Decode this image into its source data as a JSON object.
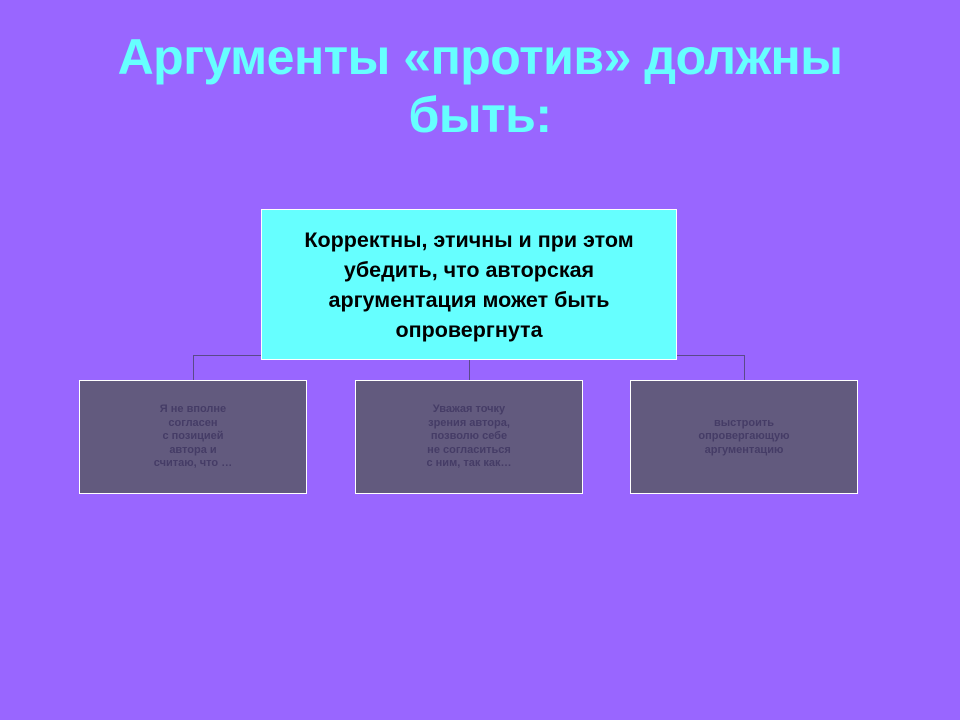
{
  "slide": {
    "title": "Аргументы «против» должны быть:",
    "background_color": "#9966ff",
    "title_color": "#66ffff"
  },
  "diagram": {
    "root": {
      "text": "Корректны, этичны и при этом убедить, что авторская аргументация может быть опровергнута",
      "fill": "#66ffff"
    },
    "children": [
      {
        "text": "Я не вполне\nсогласен\nс позицией\nавтора и\nсчитаю, что …"
      },
      {
        "text": "Уважая точку\nзрения автора,\nпозволю себе\nне согласиться\nс ним, так как…"
      },
      {
        "text": "выстроить\nопровергающую\nаргументацию"
      }
    ],
    "child_fill": "#625a7e",
    "connector_color": "#5a4a8a"
  }
}
